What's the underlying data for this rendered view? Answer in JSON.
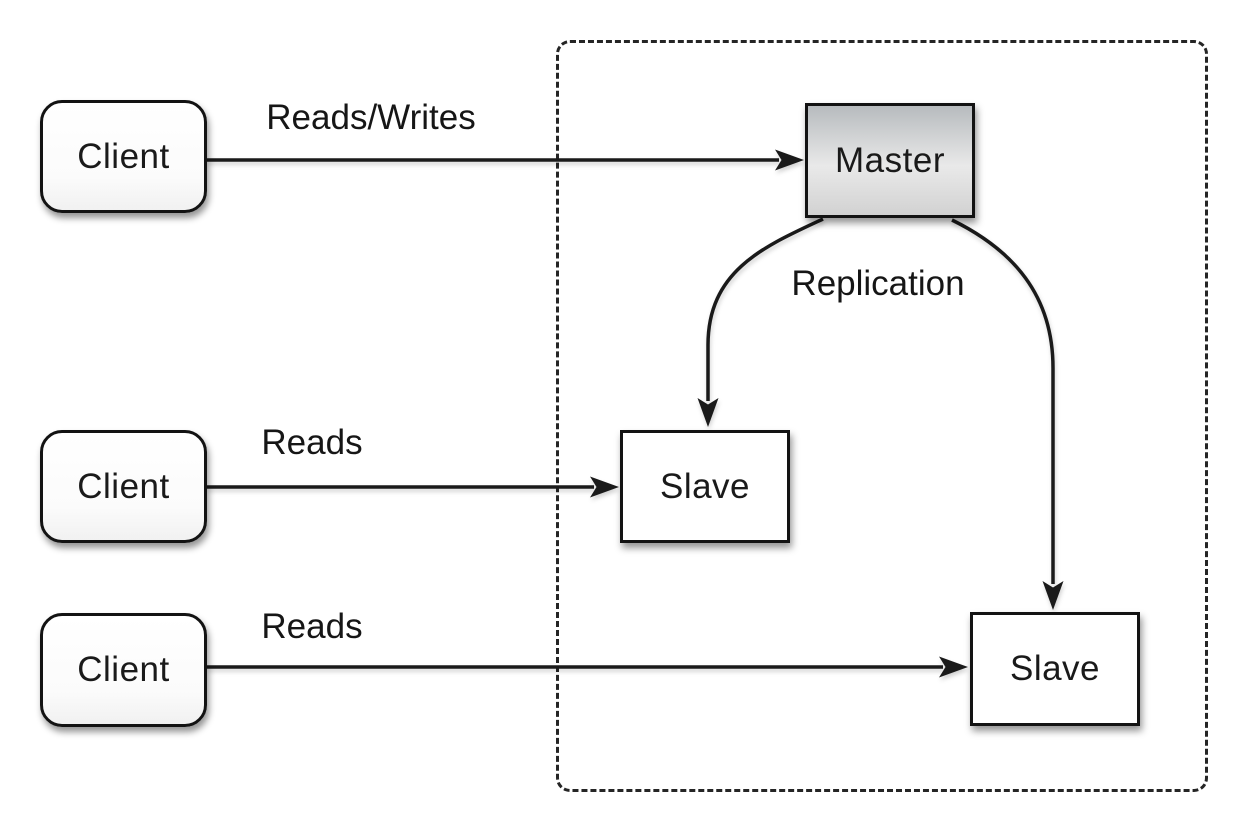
{
  "diagram": {
    "kind": "master-slave replication architecture",
    "nodes": {
      "client1": {
        "label": "Client"
      },
      "client2": {
        "label": "Client"
      },
      "client3": {
        "label": "Client"
      },
      "master": {
        "label": "Master"
      },
      "slave1": {
        "label": "Slave"
      },
      "slave2": {
        "label": "Slave"
      }
    },
    "edges": {
      "client1_master": {
        "from": "client1",
        "to": "master",
        "label": "Reads/Writes"
      },
      "client2_slave1": {
        "from": "client2",
        "to": "slave1",
        "label": "Reads"
      },
      "client3_slave2": {
        "from": "client3",
        "to": "slave2",
        "label": "Reads"
      },
      "master_slave1": {
        "from": "master",
        "to": "slave1",
        "label": "Replication"
      },
      "master_slave2": {
        "from": "master",
        "to": "slave2",
        "label": ""
      }
    },
    "group": {
      "style": "dashed-rounded-rectangle",
      "contains": [
        "master",
        "slave1",
        "slave2"
      ]
    },
    "colors": {
      "background": "#ffffff",
      "stroke": "#1a1a1a",
      "client_fill": "#ffffff",
      "slave_fill": "#ffffff",
      "master_fill_top": "#b7bbbe",
      "master_fill_mid": "#e9e9e9",
      "master_fill_bottom": "#d2d2d2"
    }
  }
}
